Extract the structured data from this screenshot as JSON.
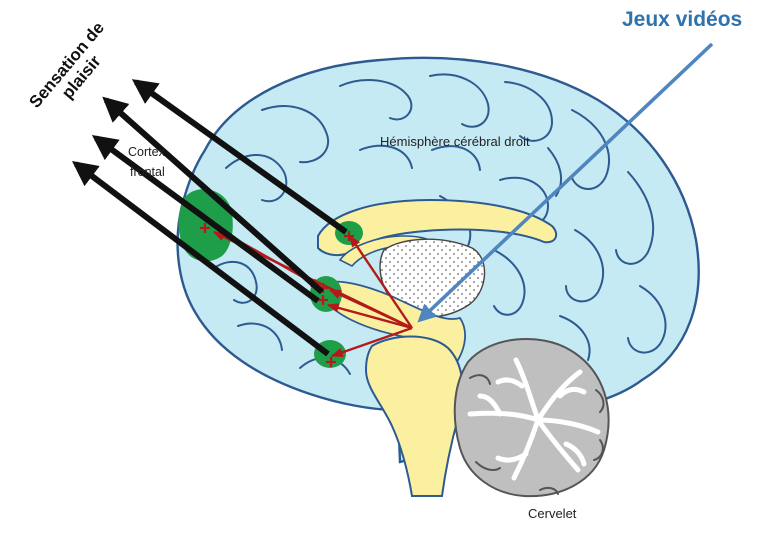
{
  "labels": {
    "video_games": "Jeux vidéos",
    "pleasure_line1": "Sensation de",
    "pleasure_line2": "plaisir",
    "cortex_line1": "Cortex",
    "cortex_line2": "frontal",
    "hemisphere": "Hémisphère cérébral droit",
    "cerebellum": "Cervelet"
  },
  "colors": {
    "brain_fill": "#c5eaf3",
    "brain_outline": "#2d5a91",
    "limbic_fill": "#faf0a0",
    "cerebellum_fill": "#bfbfbf",
    "region_green": "#1f9e4a",
    "pathway_red": "#b51a1a",
    "pleasure_arrow": "#111111",
    "game_arrow": "#4f86c0"
  }
}
